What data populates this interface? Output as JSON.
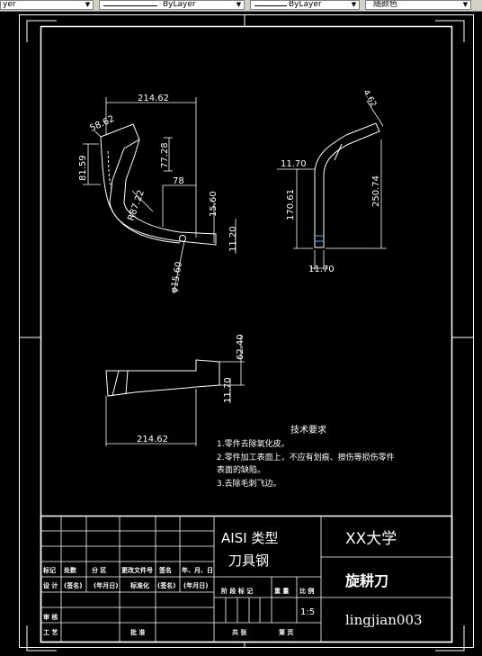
{
  "toolbar": {
    "layer_combo": "yer",
    "linetype_combo": "ByLayer",
    "lineweight_combo": "ByLayer",
    "color_combo": "随颜色"
  },
  "dims": {
    "front_width": "214.62",
    "front_angle": "58.62",
    "front_height_left": "81.59",
    "front_height_right": "77.28",
    "front_offset": "78",
    "front_radius": "R87.22",
    "front_small": "15.60",
    "front_tiny": "11.20",
    "front_hole": "φ15.60",
    "side_tip": "4.62",
    "side_offset": "11.70",
    "side_height": "170.61",
    "side_total": "250.74",
    "side_bottom": "11.70",
    "top_height": "62.40",
    "top_thick": "11.70",
    "top_width": "214.62"
  },
  "notes": {
    "title": "技术要求",
    "line1": "1.零件去除氧化皮。",
    "line2": "2.零件加工表面上，不应有划痕、擦伤等损伤零件",
    "line3": "表面的缺陷。",
    "line4": "3.去除毛刺飞边。"
  },
  "title_block": {
    "material_line1": "AISI 类型",
    "material_line2": "刀具钢",
    "university": "XX大学",
    "part_name": "旋耕刀",
    "drawing_no": "lingjian003",
    "scale": "1:5",
    "col_mark": "标记",
    "col_count": "处数",
    "col_zone": "分 区",
    "col_change": "更改文件号",
    "col_sign": "签名",
    "col_date": "年、月、日",
    "row_design": "设 计",
    "sign_paren": "(签名)",
    "date_paren": "(年月日)",
    "row_std": "标准化",
    "row_review": "审 核",
    "row_process": "工 艺",
    "approve": "批 准",
    "stage_label": "阶 段 标 记",
    "weight_label": "重 量",
    "scale_label": "比 例",
    "sheet_total": "共  张",
    "sheet_no": "第  页"
  }
}
